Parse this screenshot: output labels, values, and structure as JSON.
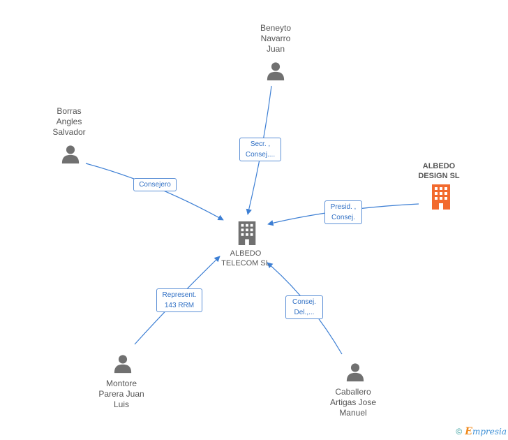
{
  "nodes": {
    "center": {
      "label": "ALBEDO\nTELECOM SL"
    },
    "beneyto": {
      "label": "Beneyto\nNavarro\nJuan"
    },
    "borras": {
      "label": "Borras\nAngles\nSalvador"
    },
    "albedo_design": {
      "label": "ALBEDO\nDESIGN SL"
    },
    "montore": {
      "label": "Montore\nParera Juan\nLuis"
    },
    "caballero": {
      "label": "Caballero\nArtigas Jose\nManuel"
    }
  },
  "edges": {
    "beneyto": "Secr. ,\nConsej....",
    "borras": "Consejero",
    "albedo_design": "Presid. ,\nConsej.",
    "montore": "Represent.\n143 RRM",
    "caballero": "Consej.\nDel.,..."
  },
  "footer": {
    "copyright": "©",
    "brand_first": "E",
    "brand_rest": "mpresia"
  },
  "colors": {
    "edge": "#3d7fd4",
    "person_icon": "#707070",
    "company_icon": "#707070",
    "company_highlight": "#f26a2e"
  }
}
